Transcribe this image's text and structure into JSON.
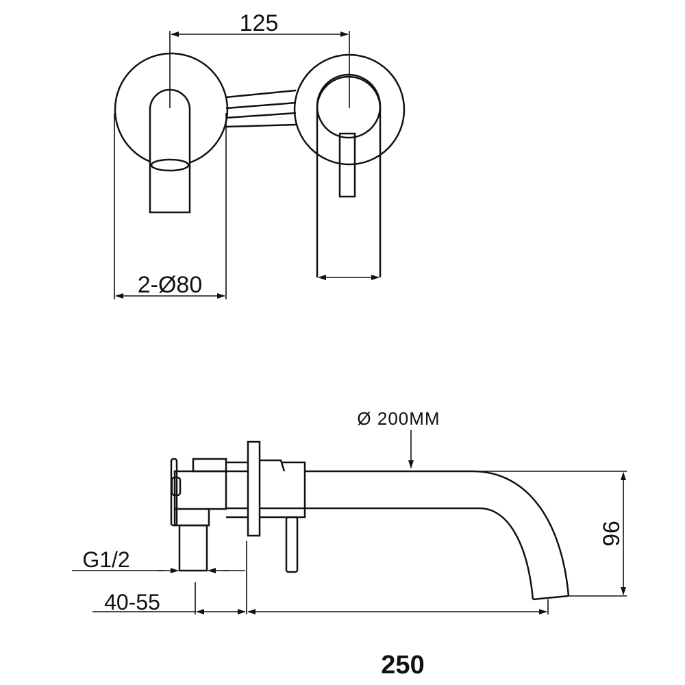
{
  "top_view": {
    "dim_width": "125",
    "dim_diameter": "2-Ø80"
  },
  "side_view": {
    "dim_spout_diameter": "Ø 200MM",
    "dim_height": "96",
    "dim_thread": "G1/2",
    "dim_wall": "40-55",
    "dim_length": "250"
  },
  "colors": {
    "line": "#111111",
    "background": "#ffffff"
  }
}
